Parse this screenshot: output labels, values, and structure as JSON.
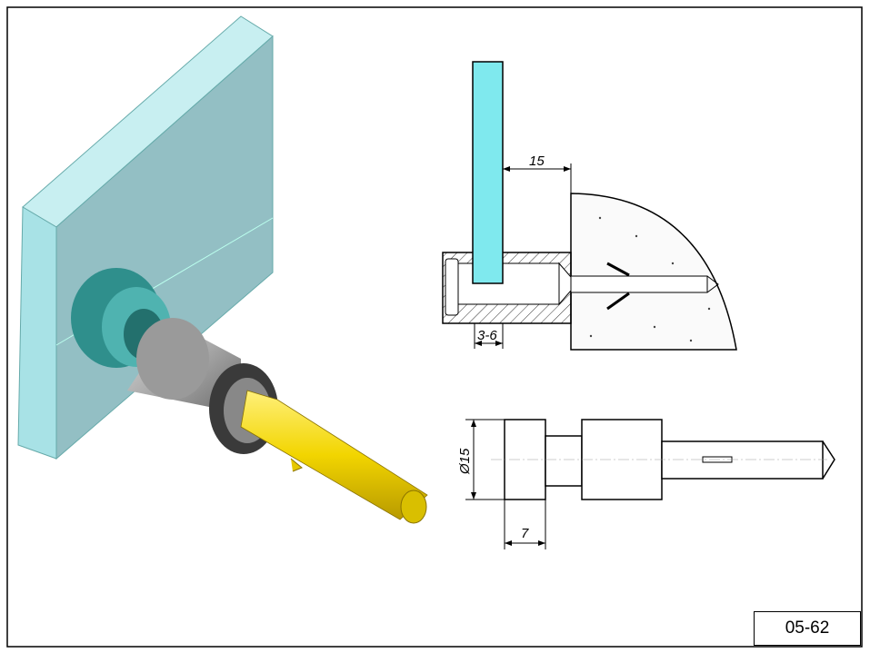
{
  "drawing": {
    "code": "05-62",
    "dimensions": {
      "glass_to_wall": "15",
      "glass_thickness_range": "3-6",
      "diameter": "Ø15",
      "head_length": "7"
    }
  },
  "colors": {
    "glass": "#7fe9ee",
    "glass_3d": "#9cc9cc",
    "teal_ring": "#2f8f8c",
    "gray_cylinder": "#b8b8b8",
    "yellow_anchor": "#f2d500"
  }
}
